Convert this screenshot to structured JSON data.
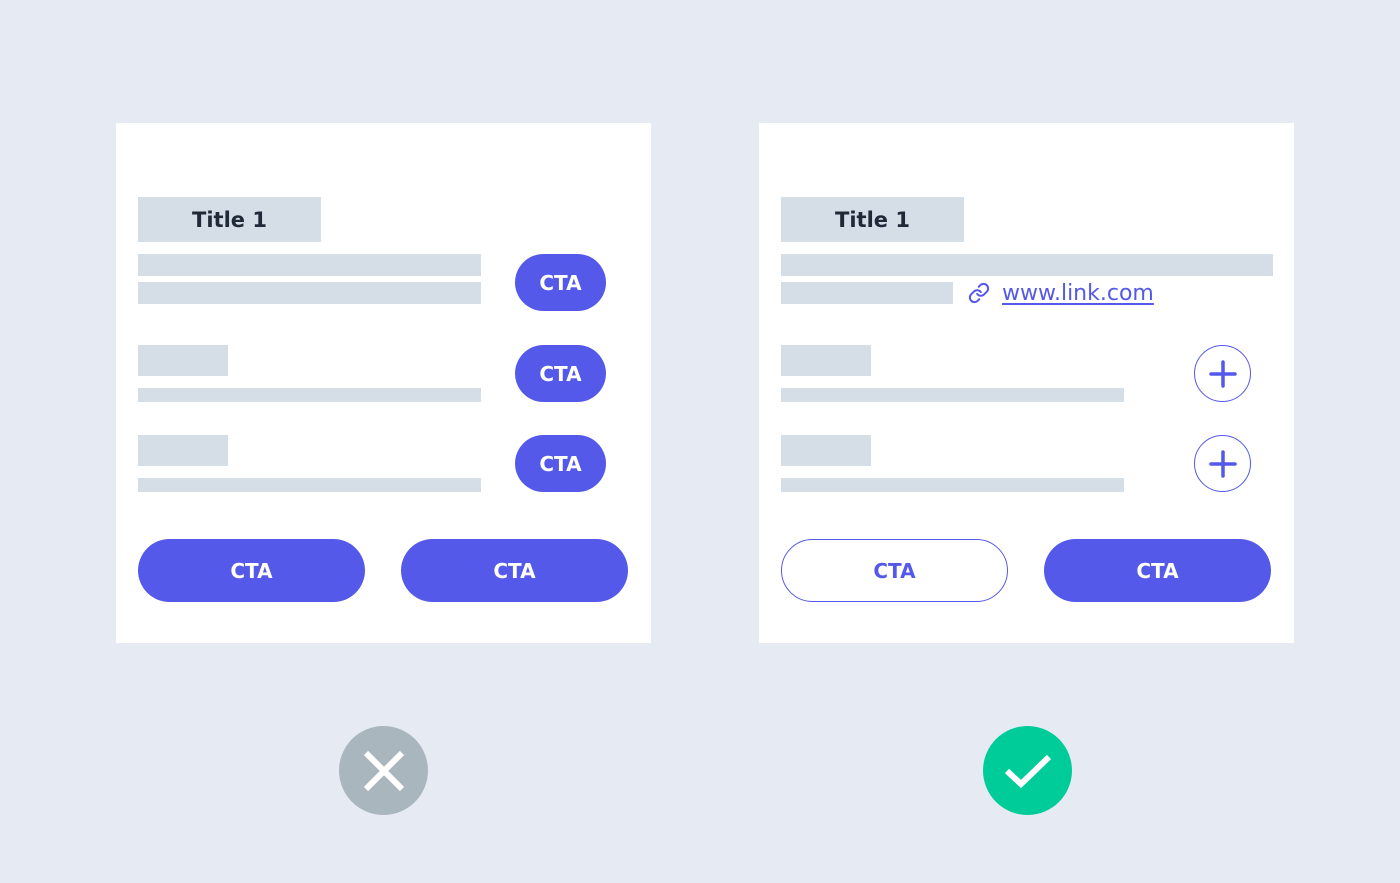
{
  "colors": {
    "background": "#e6ebf3",
    "card": "#ffffff",
    "placeholder": "#d5dde6",
    "accent": "#5459e9",
    "bad_status": "#aab6bd",
    "good_status": "#00cc99"
  },
  "bad_example": {
    "title": "Title 1",
    "row_ctas": [
      "CTA",
      "CTA",
      "CTA"
    ],
    "primary_cta": "CTA",
    "secondary_cta": "CTA",
    "status_icon": "close-icon"
  },
  "good_example": {
    "title": "Title 1",
    "link_icon": "link-icon",
    "link_text": "www.link.com",
    "row_actions": [
      "plus-icon",
      "plus-icon"
    ],
    "secondary_cta": "CTA",
    "primary_cta": "CTA",
    "status_icon": "check-icon"
  }
}
